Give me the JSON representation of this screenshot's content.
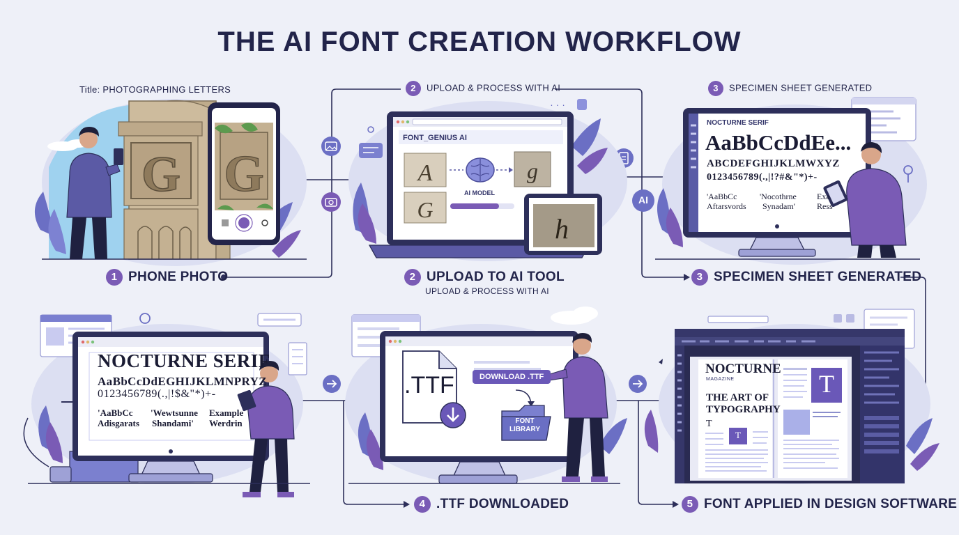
{
  "title": "THE AI FONT CREATION WORKFLOW",
  "colors": {
    "primary": "#5b4fa8",
    "accent": "#7a5bb5",
    "dark": "#22244a",
    "background": "#eef0f8"
  },
  "panel1": {
    "top_label": "Title: PHOTOGRAPHING LETTERS",
    "number": "1",
    "caption": "PHONE PHOTO",
    "carved_letter": "G"
  },
  "panel2": {
    "top_number": "2",
    "top_label": "UPLOAD & PROCESS WITH AI",
    "app_name": "FONT_GENIUS AI",
    "model_label": "AI MODEL",
    "number": "2",
    "caption": "UPLOAD TO AI TOOL",
    "subcaption": "UPLOAD & PROCESS WITH AI"
  },
  "panel3": {
    "top_number": "3",
    "top_label": "SPECIMEN SHEET GENERATED",
    "font_name": "NOCTURNE SERIF",
    "sample_large": "AaBbCcDdEe...",
    "sample_upper": "ABCDEFGHIJKLMWXYZ",
    "sample_digits": "0123456789(.,|!?#&\"*)+-",
    "samples": [
      "'AaBbCc",
      "'Nocothrne",
      "Exa",
      "Aftarsvords",
      "Synadam'",
      "Ress"
    ],
    "ai_badge": "AI",
    "number": "3",
    "caption": "SPECIMEN SHEET GENERATED"
  },
  "panel4": {
    "font_name": "NOCTURNE SERIF",
    "sample_alpha": "AaBbCcDdEGHIJKLMNPRYZ",
    "sample_digits": "0123456789(.,|!$&\"*)+-",
    "samples": [
      "'AaBbCc",
      "'Wewtsunne",
      "Example",
      "Adisgarats",
      "Shandami'",
      "Werdrin"
    ]
  },
  "panel5": {
    "file_ext": ".TTF",
    "download_button": "DOWNLOAD .TTF",
    "folder_label": "FONT\nLIBRARY",
    "number": "4",
    "caption": ".TTF DOWNLOADED"
  },
  "panel6": {
    "mag_title": "NOCTURNE",
    "mag_sub": "MAGAZINE",
    "headline": "THE ART OF\nTYPOGRAPHY",
    "big_letter": "T",
    "small_letter": "T",
    "number": "5",
    "caption": "FONT APPLIED IN DESIGN SOFTWARE"
  }
}
